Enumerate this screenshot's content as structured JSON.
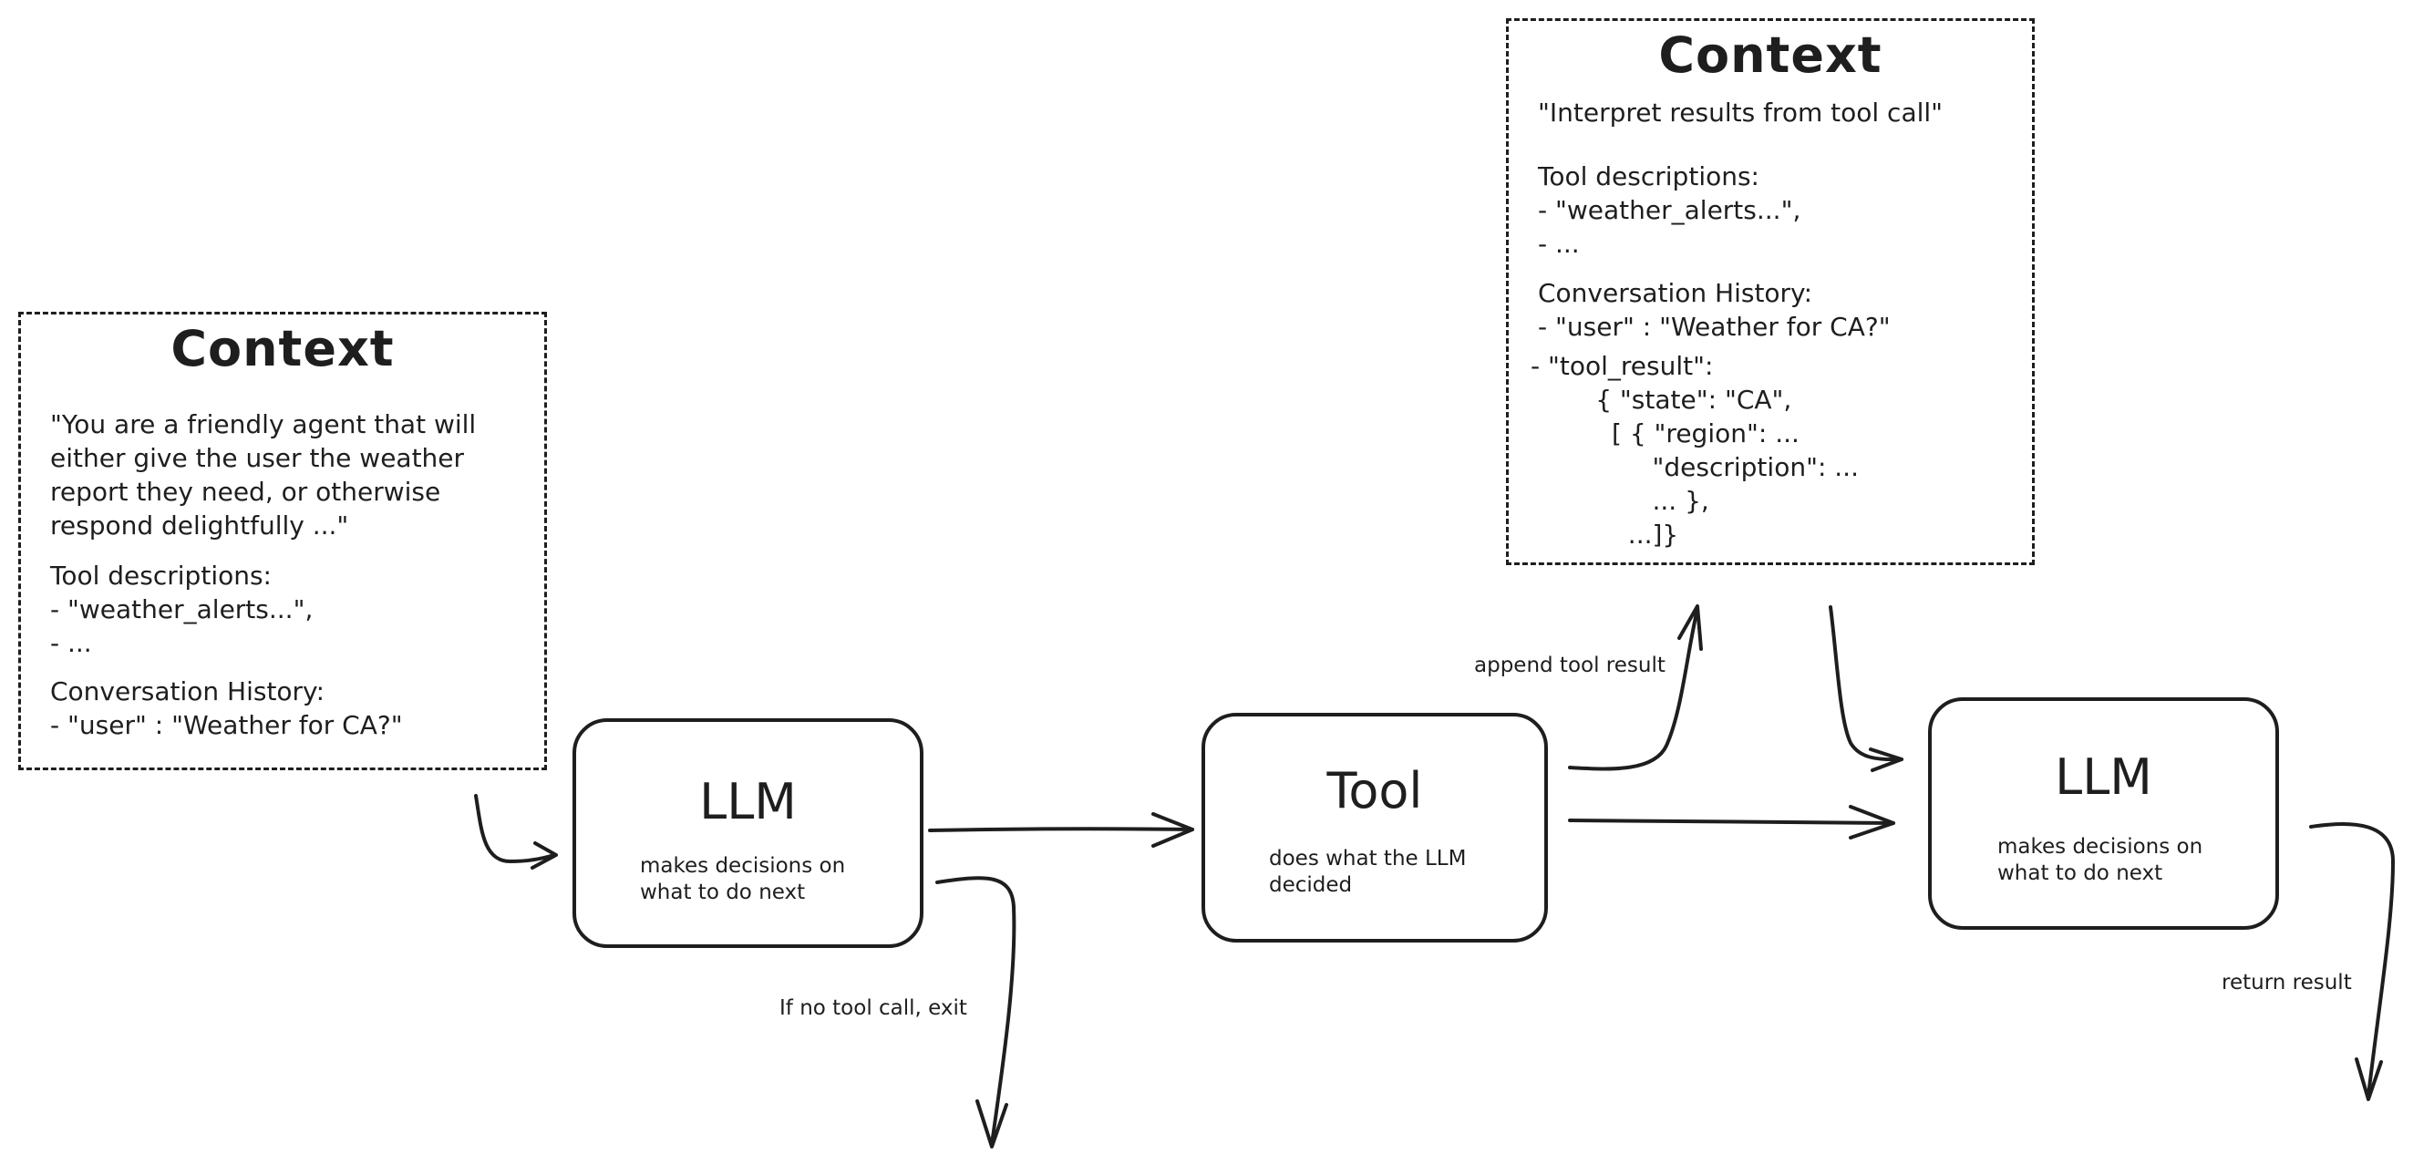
{
  "context_left": {
    "title": "Context",
    "system_prompt": "\"You are a friendly agent that will\neither give the user the weather\nreport they need, or otherwise\nrespond delightfully ...\"",
    "tools": "Tool descriptions:\n- \"weather_alerts...\",\n- ...",
    "history": "Conversation History:\n- \"user\" : \"Weather for CA?\""
  },
  "context_top": {
    "title": "Context",
    "instruction": "\"Interpret results from tool call\"",
    "tools": "Tool descriptions:\n- \"weather_alerts...\",\n- ...",
    "history": "Conversation History:\n- \"user\" : \"Weather for CA?\"",
    "tool_result": "- \"tool_result\":\n        { \"state\": \"CA\",\n          [ { \"region\": ...\n               \"description\": ...\n               ... },\n            ...]}"
  },
  "nodes": {
    "llm_first": {
      "title": "LLM",
      "desc": "makes decisions on\nwhat to do next"
    },
    "tool": {
      "title": "Tool",
      "desc": "does what the LLM\ndecided"
    },
    "llm_second": {
      "title": "LLM",
      "desc": "makes decisions on\nwhat to do next"
    }
  },
  "edge_labels": {
    "no_tool_exit": "If no tool call, exit",
    "append_tool_result": "append tool result",
    "return_result": "return result"
  },
  "colors": {
    "stroke": "#1e1e1e",
    "background": "#ffffff"
  }
}
